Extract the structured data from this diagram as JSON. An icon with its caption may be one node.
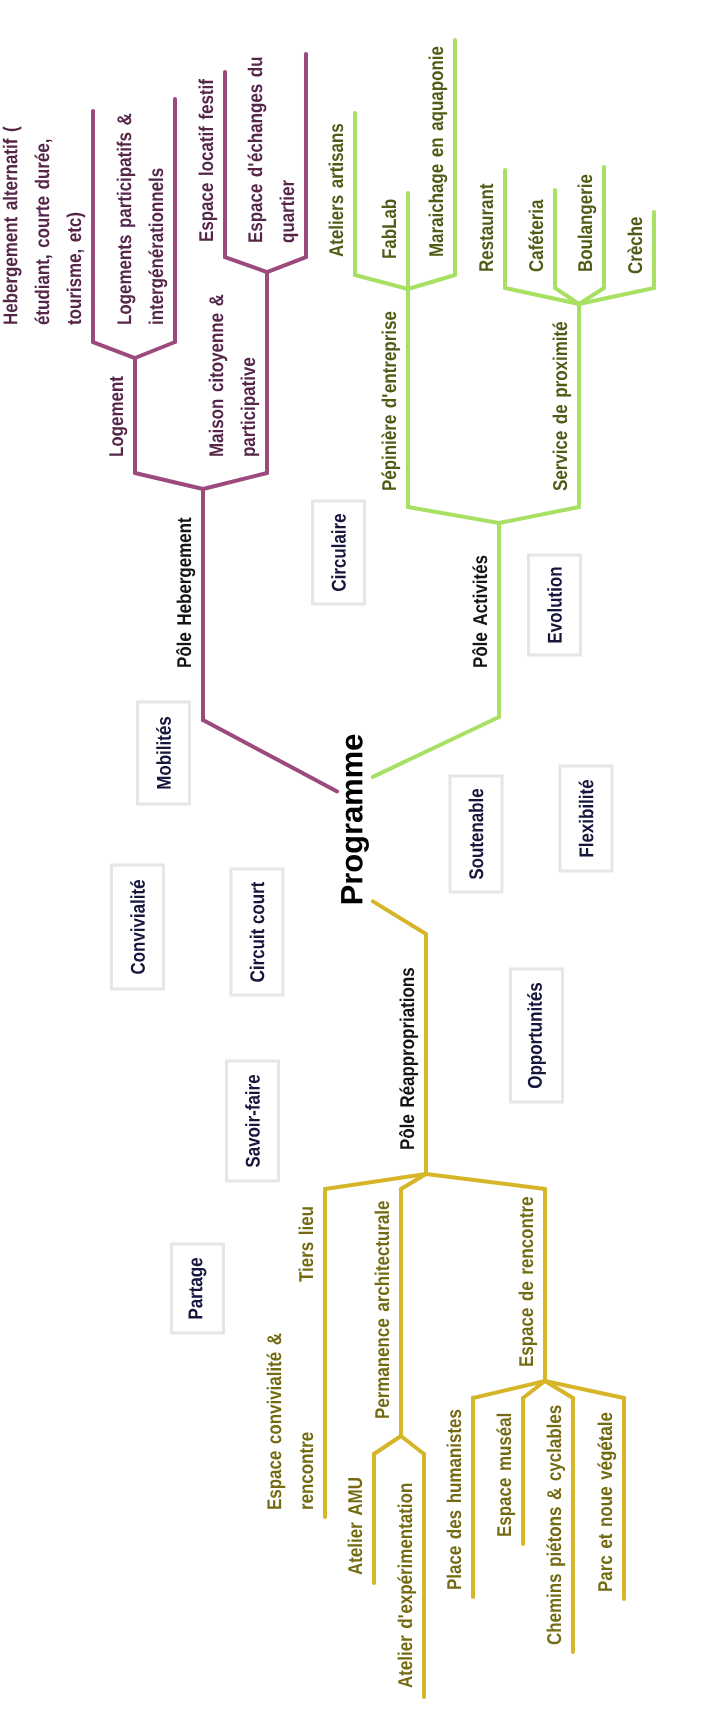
{
  "diagram": {
    "nodes": [
      {
        "text": [
          "Programme"
        ]
      },
      {
        "text": [
          "Pôle Hebergement"
        ]
      },
      {
        "text": [
          "Logement"
        ]
      },
      {
        "text": [
          "Hebergement alternatif ( étudiant, courte durée, tourisme, etc)"
        ]
      },
      {
        "text": [
          "Logements participatifs & intergénérationnels"
        ]
      },
      {
        "text": [
          "Maison citoyenne & participative"
        ]
      },
      {
        "text": [
          "Espace locatif festif"
        ]
      },
      {
        "text": [
          "Espace d'échanges du quartier"
        ]
      },
      {
        "text": [
          "Pôle Activités"
        ]
      },
      {
        "text": [
          "Pépinière d'entreprise"
        ]
      },
      {
        "text": [
          "Ateliers artisans"
        ]
      },
      {
        "text": [
          "FabLab"
        ]
      },
      {
        "text": [
          "Maraichage en aquaponie"
        ]
      },
      {
        "text": [
          "Service de proximité"
        ]
      },
      {
        "text": [
          "Restaurant"
        ]
      },
      {
        "text": [
          "Caféteria"
        ]
      },
      {
        "text": [
          "Boulangerie"
        ]
      },
      {
        "text": [
          "Crèche"
        ]
      },
      {
        "text": [
          "Pôle Réappropriations"
        ]
      },
      {
        "text": [
          "Tiers lieu"
        ]
      },
      {
        "text": [
          "Espace convivialité & rencontre"
        ]
      },
      {
        "text": [
          "Permanence architecturale"
        ]
      },
      {
        "text": [
          "Atelier AMU"
        ]
      },
      {
        "text": [
          "Atelier d'expérimentation"
        ]
      },
      {
        "text": [
          "Espace de rencontre"
        ]
      },
      {
        "text": [
          "Place des humanistes"
        ]
      },
      {
        "text": [
          "Espace muséal"
        ]
      },
      {
        "text": [
          "Chemins piétons & cyclables"
        ]
      },
      {
        "text": [
          "Parc et noue végétale"
        ]
      },
      {
        "text": [
          "Circulaire"
        ]
      },
      {
        "text": [
          "Evolution"
        ]
      },
      {
        "text": [
          "Mobilités"
        ]
      },
      {
        "text": [
          "Flexibilité"
        ]
      },
      {
        "text": [
          "Soutenable"
        ]
      },
      {
        "text": [
          "Convivialité"
        ]
      },
      {
        "text": [
          "Circuit court"
        ]
      },
      {
        "text": [
          "Opportunités"
        ]
      },
      {
        "text": [
          "Savoir-faire"
        ]
      },
      {
        "text": [
          "Partage"
        ]
      }
    ],
    "edges": [
      {
        "from": 0,
        "to": 1,
        "arrow": "none",
        "color": "#9c4a7d"
      },
      {
        "from": 1,
        "to": 2,
        "arrow": "none",
        "color": "#9c4a7d"
      },
      {
        "from": 2,
        "to": 3,
        "arrow": "none",
        "color": "#9c4a7d"
      },
      {
        "from": 2,
        "to": 4,
        "arrow": "none",
        "color": "#9c4a7d"
      },
      {
        "from": 1,
        "to": 5,
        "arrow": "none",
        "color": "#9c4a7d"
      },
      {
        "from": 5,
        "to": 6,
        "arrow": "none",
        "color": "#9c4a7d"
      },
      {
        "from": 5,
        "to": 7,
        "arrow": "none",
        "color": "#9c4a7d"
      },
      {
        "from": 0,
        "to": 8,
        "arrow": "none",
        "color": "#a8e063"
      },
      {
        "from": 8,
        "to": 9,
        "arrow": "none",
        "color": "#a8e063"
      },
      {
        "from": 9,
        "to": 10,
        "arrow": "none",
        "color": "#a8e063"
      },
      {
        "from": 9,
        "to": 11,
        "arrow": "none",
        "color": "#a8e063"
      },
      {
        "from": 9,
        "to": 12,
        "arrow": "none",
        "color": "#a8e063"
      },
      {
        "from": 8,
        "to": 13,
        "arrow": "none",
        "color": "#a8e063"
      },
      {
        "from": 13,
        "to": 14,
        "arrow": "none",
        "color": "#a8e063"
      },
      {
        "from": 13,
        "to": 15,
        "arrow": "none",
        "color": "#a8e063"
      },
      {
        "from": 13,
        "to": 16,
        "arrow": "none",
        "color": "#a8e063"
      },
      {
        "from": 13,
        "to": 17,
        "arrow": "none",
        "color": "#a8e063"
      },
      {
        "from": 0,
        "to": 18,
        "arrow": "none"
      },
      {
        "from": 18,
        "to": 19,
        "arrow": "none"
      },
      {
        "from": 19,
        "to": 20,
        "arrow": "none"
      },
      {
        "from": 18,
        "to": 21,
        "arrow": "none"
      },
      {
        "from": 21,
        "to": 22,
        "arrow": "none"
      },
      {
        "from": 21,
        "to": 23,
        "arrow": "none"
      },
      {
        "from": 18,
        "to": 24,
        "arrow": "none"
      },
      {
        "from": 24,
        "to": 25,
        "arrow": "none"
      },
      {
        "from": 24,
        "to": 26,
        "arrow": "none"
      },
      {
        "from": 24,
        "to": 27,
        "arrow": "none"
      },
      {
        "from": 24,
        "to": 28,
        "arrow": "none"
      }
    ]
  }
}
